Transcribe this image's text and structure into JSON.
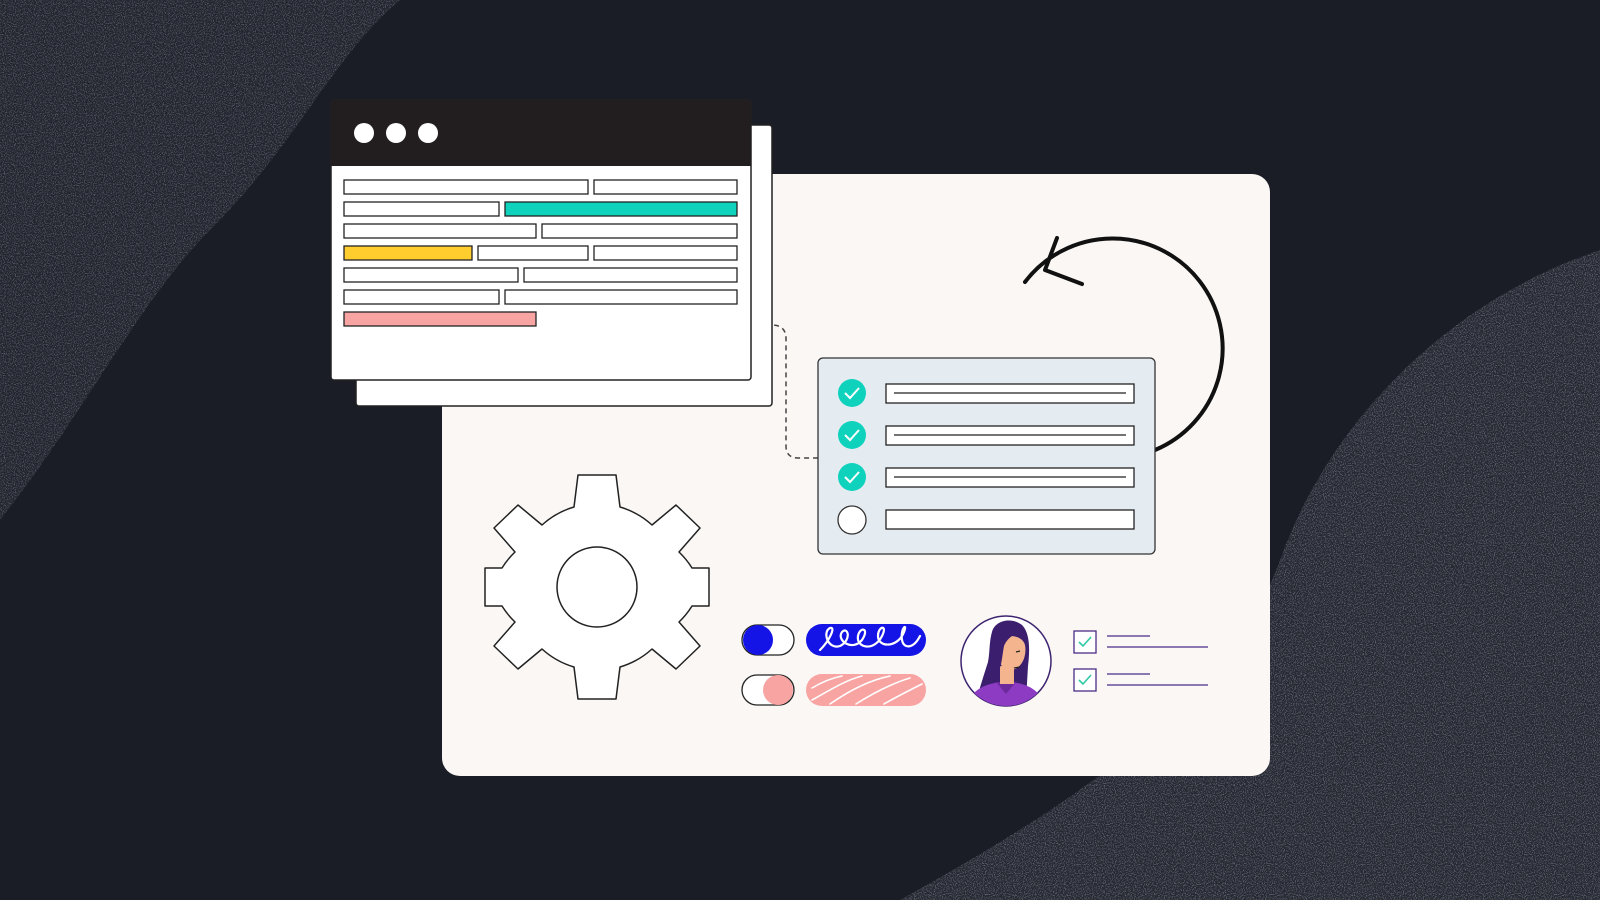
{
  "colors": {
    "background": "#1b1d26",
    "texture": "#2b2e37",
    "main_panel": "#faf7f4",
    "window_titlebar": "#221e1f",
    "window_body": "#ffffff",
    "outline": "#222222",
    "teal": "#0fd2bd",
    "yellow": "#ffcd2e",
    "pink": "#f8a4a3",
    "blue": "#1414e6",
    "checklist_bg": "#e4ecf2",
    "purple": "#6b3fa0",
    "check_green": "#2fc9a5"
  },
  "window": {
    "dots": [
      "dot",
      "dot",
      "dot"
    ],
    "highlight_rows": [
      {
        "name": "teal-row",
        "color": "#0fd2bd"
      },
      {
        "name": "yellow-row",
        "color": "#ffcd2e"
      },
      {
        "name": "pink-row",
        "color": "#f8a4a3"
      }
    ]
  },
  "checklist": {
    "items": [
      {
        "checked": true
      },
      {
        "checked": true
      },
      {
        "checked": true
      },
      {
        "checked": false
      }
    ]
  },
  "toggles": [
    {
      "state": "on",
      "color": "#1414e6"
    },
    {
      "state": "off",
      "color": "#f8a4a3"
    }
  ],
  "mini_checklist": {
    "items": [
      {
        "checked": true
      },
      {
        "checked": true
      }
    ]
  },
  "icons": [
    "refresh-arrow-icon",
    "gear-icon",
    "check-icon",
    "avatar"
  ]
}
